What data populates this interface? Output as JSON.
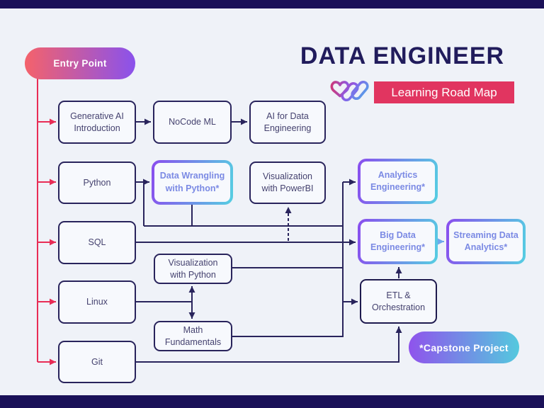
{
  "header": {
    "title": "DATA ENGINEER",
    "banner_label": "Learning Road Map",
    "logo": "heart-waves-logo"
  },
  "entry_point": {
    "label": "Entry Point"
  },
  "capstone_badge": {
    "label": "*Capstone Project"
  },
  "nodes": {
    "generative_ai": {
      "label": "Generative AI Introduction"
    },
    "nocode_ml": {
      "label": "NoCode ML"
    },
    "ai_for_data_engineering": {
      "label": "AI for Data Engineering"
    },
    "python": {
      "label": "Python"
    },
    "data_wrangling": {
      "label": "Data Wrangling with Python*"
    },
    "visualization_powerbi": {
      "label": "Visualization with PowerBI"
    },
    "analytics_engineering": {
      "label": "Analytics Engineering*"
    },
    "sql": {
      "label": "SQL"
    },
    "big_data_engineering": {
      "label": "Big Data Engineering*"
    },
    "streaming_data_analytics": {
      "label": "Streaming Data Analytics*"
    },
    "visualization_python": {
      "label": "Visualization with Python"
    },
    "linux": {
      "label": "Linux"
    },
    "math_fundamentals": {
      "label": "Math Fundamentals"
    },
    "etl_orchestration": {
      "label": "ETL & Orchestration"
    },
    "git": {
      "label": "Git"
    }
  },
  "colors": {
    "background": "#EFF2F8",
    "frame_navy": "#1A1158",
    "box_border_navy": "#29245C",
    "box_text": "#45426F",
    "title_navy": "#211C5C",
    "entry_path_red": "#E82D56",
    "banner_pink": "#E13560",
    "entry_gradient": [
      "#F4626B",
      "#8A52EC"
    ],
    "capstone_gradient": [
      "#8F53EC",
      "#54C9DE"
    ],
    "highlight_border_gradient": [
      "#8A4DEE",
      "#55CFE2"
    ],
    "highlight_text": "#7B8AE4",
    "streaming_arrow_blue": "#6FA8EC"
  }
}
